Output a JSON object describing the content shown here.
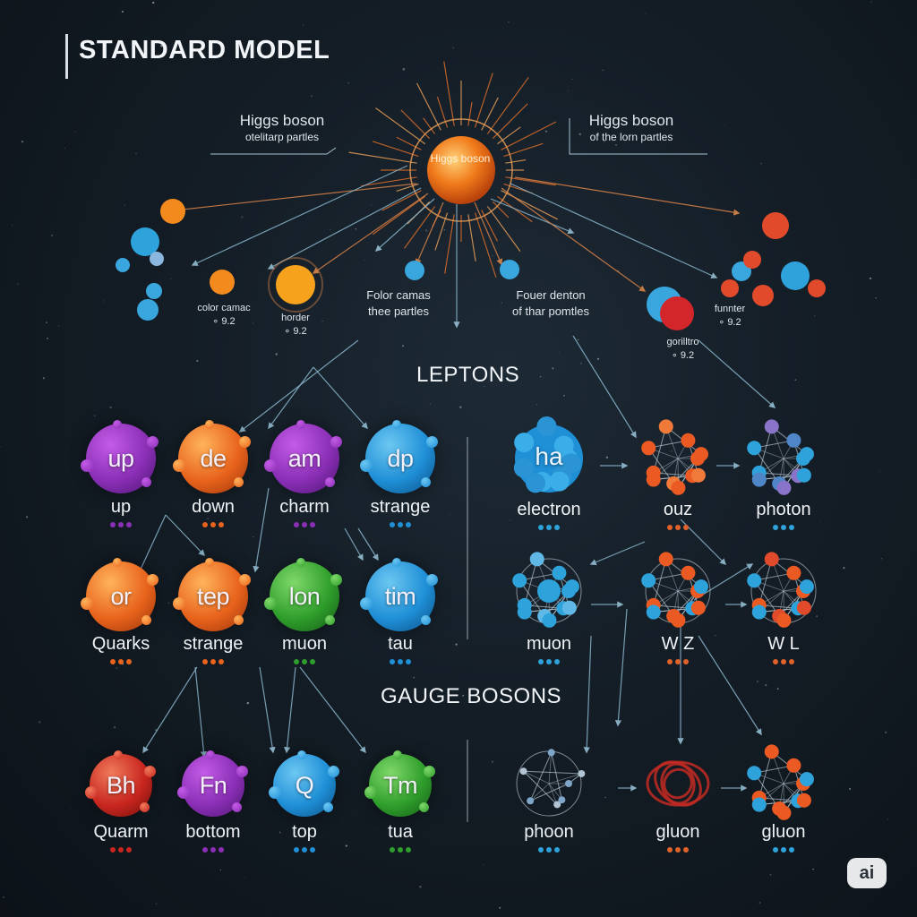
{
  "title": "STANDARD MODEL",
  "higgs": {
    "core_label": "Higgs boson",
    "left_label": "Higgs boson",
    "left_sub": "otelitarp partles",
    "right_label": "Higgs boson",
    "right_sub": "of the lorn partles"
  },
  "notes": {
    "left_small": {
      "line1": "color camac",
      "line2": "∘ 9.2"
    },
    "mid_small": {
      "line1": "horder",
      "line2": "∘ 9.2"
    },
    "center_left": {
      "line1": "Folor camas",
      "line2": "thee partles"
    },
    "center_right": {
      "line1": "Fouer denton",
      "line2": "of thar pomtles"
    },
    "right_small": {
      "line1": "funnter",
      "line2": "∘ 9.2"
    },
    "right_small2": {
      "line1": "gorilltro",
      "line2": "∘ 9.2"
    }
  },
  "sections": {
    "leptons": "LEPTONS",
    "gauge_bosons": "GAUGE BOSONS"
  },
  "colors": {
    "background": "#141d26",
    "purple": "#8a2fb6",
    "orange": "#e8631c",
    "blue": "#1f8fd6",
    "green": "#2f9e2c",
    "red": "#c8261f",
    "higgs": "#f07a1a"
  },
  "particles": [
    {
      "symbol": "up",
      "label": "up",
      "color": "purple"
    },
    {
      "symbol": "de",
      "label": "down",
      "color": "orange"
    },
    {
      "symbol": "am",
      "label": "charm",
      "color": "purple"
    },
    {
      "symbol": "dp",
      "label": "strange",
      "color": "blue"
    },
    {
      "symbol": "or",
      "label": "Quarks",
      "color": "orange"
    },
    {
      "symbol": "tep",
      "label": "strange",
      "color": "orange"
    },
    {
      "symbol": "lon",
      "label": "muon",
      "color": "green"
    },
    {
      "symbol": "tim",
      "label": "tau",
      "color": "blue"
    },
    {
      "symbol": "Bh",
      "label": "Quarm",
      "color": "red"
    },
    {
      "symbol": "Fn",
      "label": "bottom",
      "color": "purple"
    },
    {
      "symbol": "Q",
      "label": "top",
      "color": "blue"
    },
    {
      "symbol": "Tm",
      "label": "tua",
      "color": "green"
    }
  ],
  "bosons": [
    {
      "symbol": "ha",
      "label": "electron",
      "icon": "blob-cluster-icon"
    },
    {
      "label": "ouz",
      "icon": "molecule-network-icon"
    },
    {
      "label": "photon",
      "icon": "molecule-cluster-icon"
    },
    {
      "label": "muon",
      "icon": "atom-network-icon"
    },
    {
      "label": "W Z",
      "icon": "atom-network-icon"
    },
    {
      "label": "W L",
      "icon": "atom-network-icon"
    },
    {
      "label": "phoon",
      "icon": "loop-network-icon"
    },
    {
      "label": "gluon",
      "icon": "gluon-swirl-icon"
    },
    {
      "label": "gluon",
      "icon": "molecule-cluster-icon"
    }
  ],
  "badge": "ai"
}
